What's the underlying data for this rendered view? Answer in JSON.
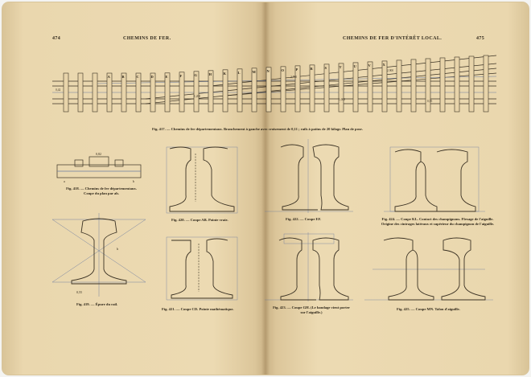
{
  "left_page": {
    "page_number": "474",
    "running_head": "CHEMINS DE FER."
  },
  "right_page": {
    "page_number": "475",
    "running_head": "CHEMINS DE FER D'INTÉRÊT LOCAL."
  },
  "figures": {
    "fig417": "Fig. 417. — Chemins de fer départementaux. Branchement à gauche avec croisement de 0,11 ; rails à patins de 20 kilogr. Plan de pose.",
    "fig418_line1": "Fig. 418. — Chemins de fer départementaux.",
    "fig418_line2": "Coupe du plan par ab.",
    "fig419": "Fig. 419. — Épure du rail.",
    "fig420": "Fig. 420. — Coupe AB. Pointe vraie.",
    "fig421": "Fig. 421. — Coupe CD. Pointe mathématique.",
    "fig422": "Fig. 422. — Coupe EF.",
    "fig423_line1": "Fig. 423. — Coupe GH. (Le bandage vient porter",
    "fig423_line2": "sur l'aiguille.)",
    "fig424_line1": "Fig. 424. — Coupe KL. Contact des champignons. Flexage de l'aiguille.",
    "fig424_line2": "Origine des cintrages latéraux et supérieur du champignon de l'aiguille.",
    "fig425": "Fig. 425. — Coupe MN. Talon d'aiguille."
  },
  "plan_letters": [
    "A",
    "B",
    "C",
    "D",
    "E",
    "F",
    "G",
    "H",
    "K",
    "L",
    "M",
    "N",
    "O",
    "P",
    "R",
    "S",
    "T",
    "U",
    "V",
    "X"
  ]
}
